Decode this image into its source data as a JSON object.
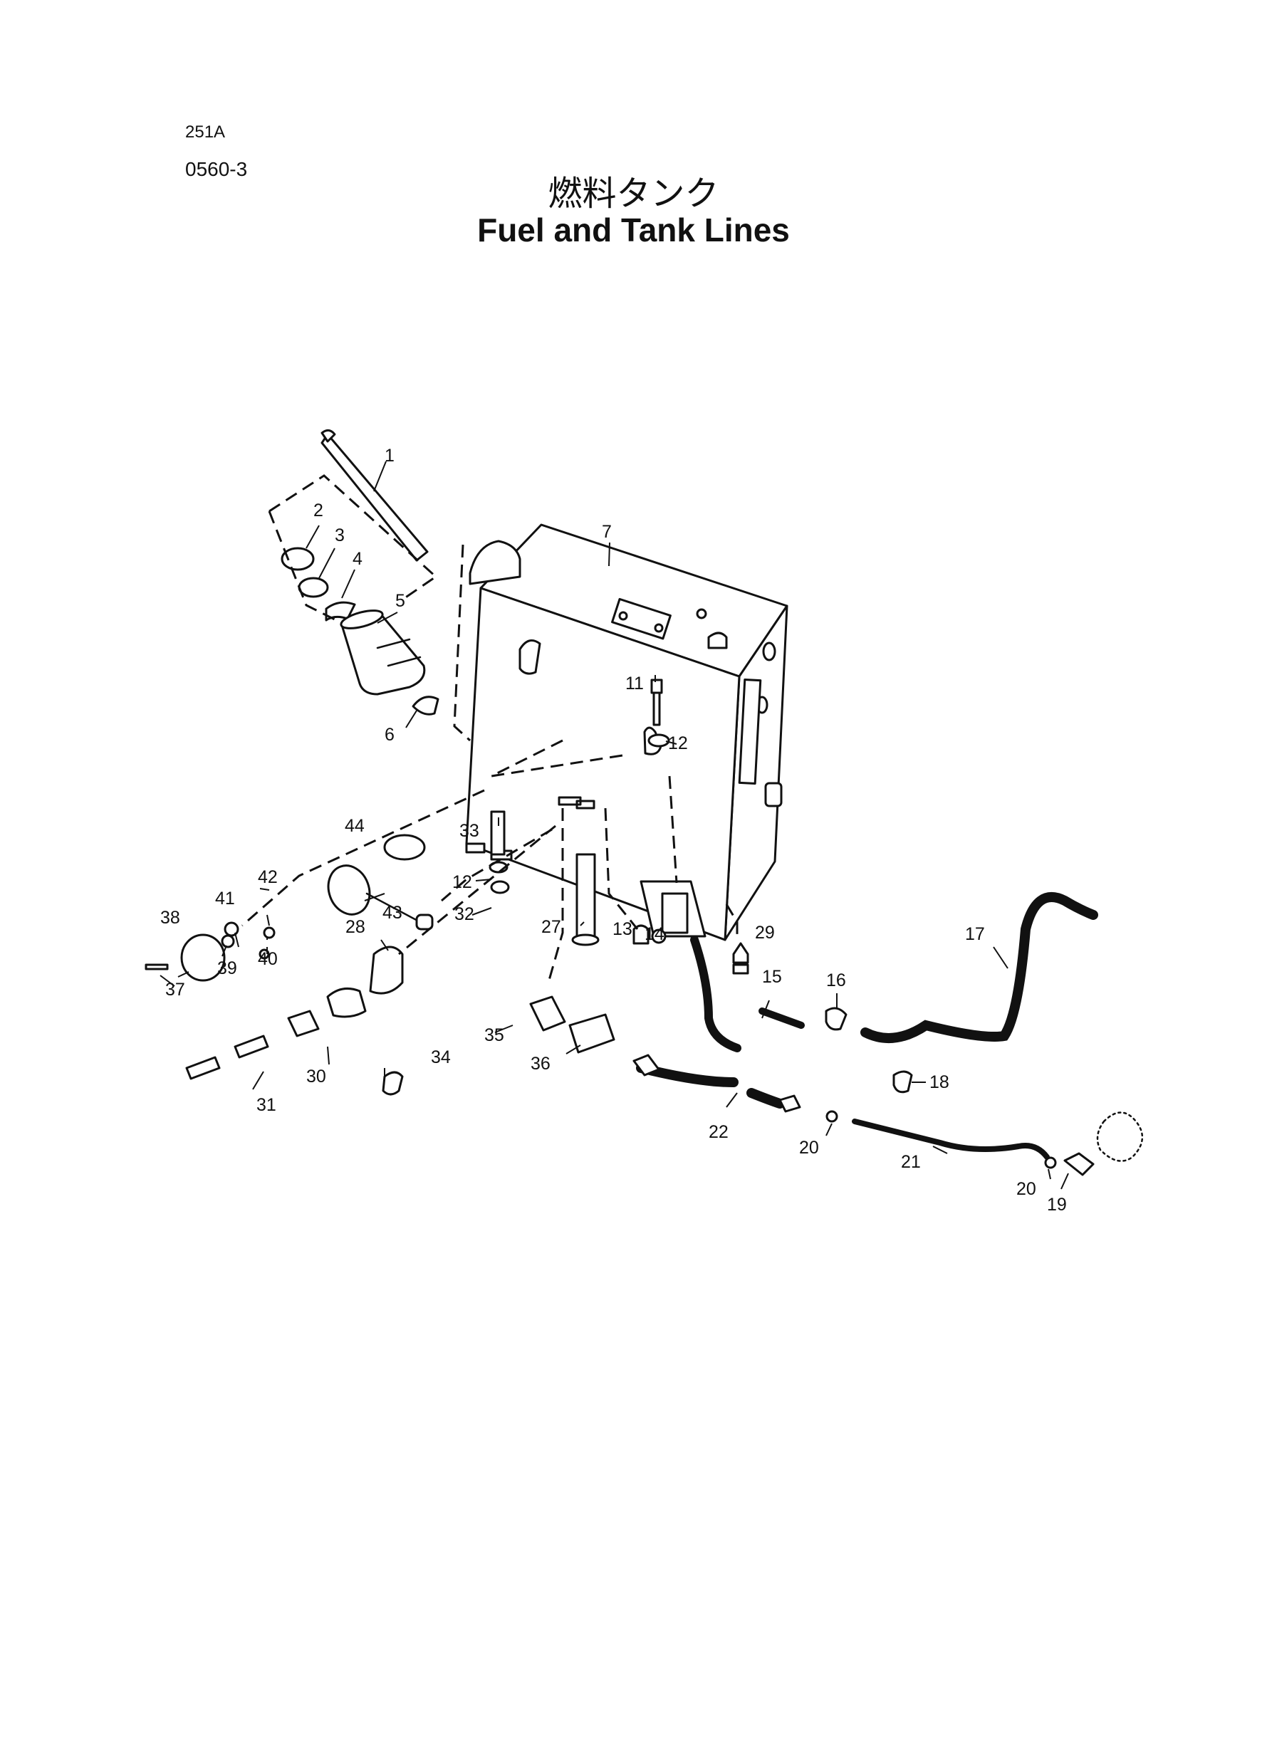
{
  "header": {
    "code_1": "251A",
    "code_2": "0560-3",
    "title_japanese": "燃料タンク",
    "title_english": "Fuel and Tank Lines"
  },
  "callouts": [
    "1",
    "2",
    "3",
    "4",
    "5",
    "6",
    "7",
    "11",
    "12",
    "12",
    "13",
    "14",
    "15",
    "16",
    "17",
    "18",
    "19",
    "20",
    "20",
    "21",
    "22",
    "27",
    "28",
    "29",
    "30",
    "31",
    "32",
    "33",
    "34",
    "35",
    "36",
    "37",
    "38",
    "39",
    "40",
    "41",
    "42",
    "43",
    "44"
  ]
}
